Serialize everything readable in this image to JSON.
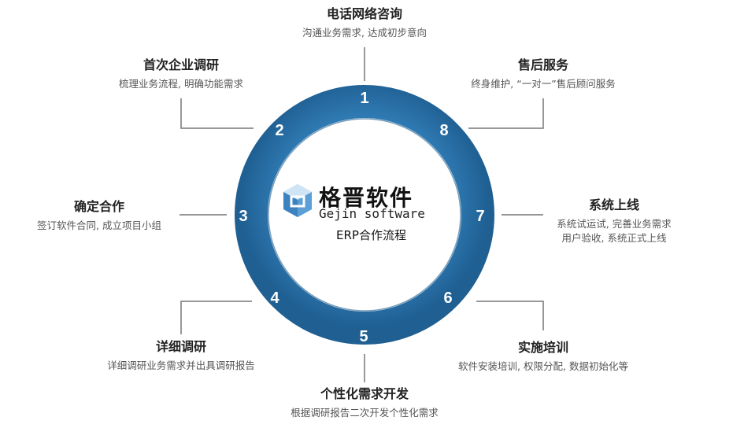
{
  "center": {
    "brand_cn": "格晋软件",
    "brand_en": "Gejin software",
    "caption": "ERP合作流程"
  },
  "colors": {
    "ring": "#2a70a6",
    "ring_dark": "#1d5b8c",
    "connector": "#777777",
    "logo_light": "#8fc1e6",
    "logo_dark": "#3b82bf"
  },
  "steps": [
    {
      "number": "1",
      "title": "电话网络咨询",
      "desc": [
        "沟通业务需求, 达成初步意向"
      ]
    },
    {
      "number": "2",
      "title": "首次企业调研",
      "desc": [
        "梳理业务流程, 明确功能需求"
      ]
    },
    {
      "number": "3",
      "title": "确定合作",
      "desc": [
        "签订软件合同, 成立项目小组"
      ]
    },
    {
      "number": "4",
      "title": "详细调研",
      "desc": [
        "详细调研业务需求并出具调研报告"
      ]
    },
    {
      "number": "5",
      "title": "个性化需求开发",
      "desc": [
        "根据调研报告二次开发个性化需求"
      ]
    },
    {
      "number": "6",
      "title": "实施培训",
      "desc": [
        "软件安装培训, 权限分配, 数据初始化等"
      ]
    },
    {
      "number": "7",
      "title": "系统上线",
      "desc": [
        "系统试运试, 完善业务需求",
        "用户验收, 系统正式上线"
      ]
    },
    {
      "number": "8",
      "title": "售后服务",
      "desc": [
        "终身维护, “一对一”售后顾问服务"
      ]
    }
  ]
}
